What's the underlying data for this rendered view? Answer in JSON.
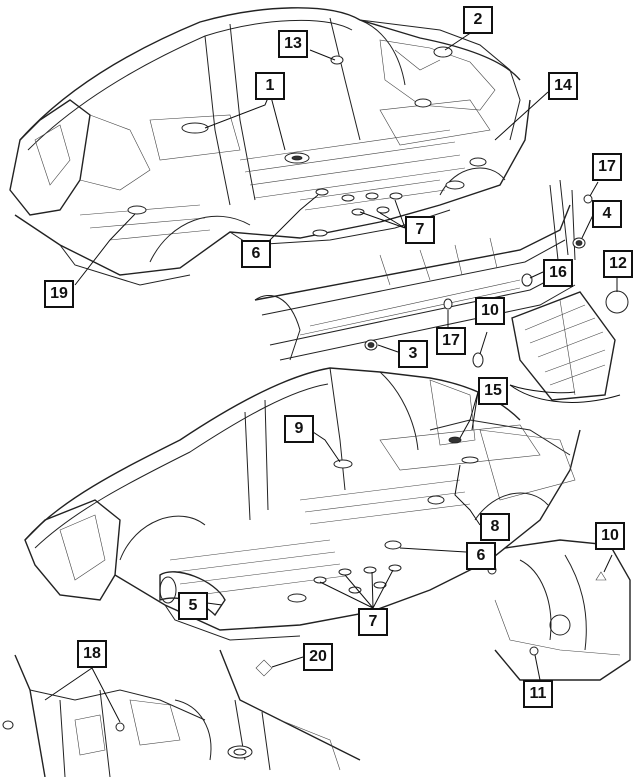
{
  "diagram": {
    "callouts": [
      {
        "id": "c1",
        "label": "1"
      },
      {
        "id": "c2",
        "label": "2"
      },
      {
        "id": "c3",
        "label": "3"
      },
      {
        "id": "c4",
        "label": "4"
      },
      {
        "id": "c5",
        "label": "5"
      },
      {
        "id": "c6a",
        "label": "6"
      },
      {
        "id": "c6b",
        "label": "6"
      },
      {
        "id": "c7a",
        "label": "7"
      },
      {
        "id": "c7b",
        "label": "7"
      },
      {
        "id": "c8",
        "label": "8"
      },
      {
        "id": "c9",
        "label": "9"
      },
      {
        "id": "c10a",
        "label": "10"
      },
      {
        "id": "c10b",
        "label": "10"
      },
      {
        "id": "c11",
        "label": "11"
      },
      {
        "id": "c12",
        "label": "12"
      },
      {
        "id": "c13",
        "label": "13"
      },
      {
        "id": "c14",
        "label": "14"
      },
      {
        "id": "c15",
        "label": "15"
      },
      {
        "id": "c16",
        "label": "16"
      },
      {
        "id": "c17a",
        "label": "17"
      },
      {
        "id": "c17b",
        "label": "17"
      },
      {
        "id": "c18",
        "label": "18"
      },
      {
        "id": "c19",
        "label": "19"
      },
      {
        "id": "c20",
        "label": "20"
      }
    ],
    "colors": {
      "line": "#222222",
      "callout_border": "#111111",
      "background": "#ffffff"
    }
  }
}
